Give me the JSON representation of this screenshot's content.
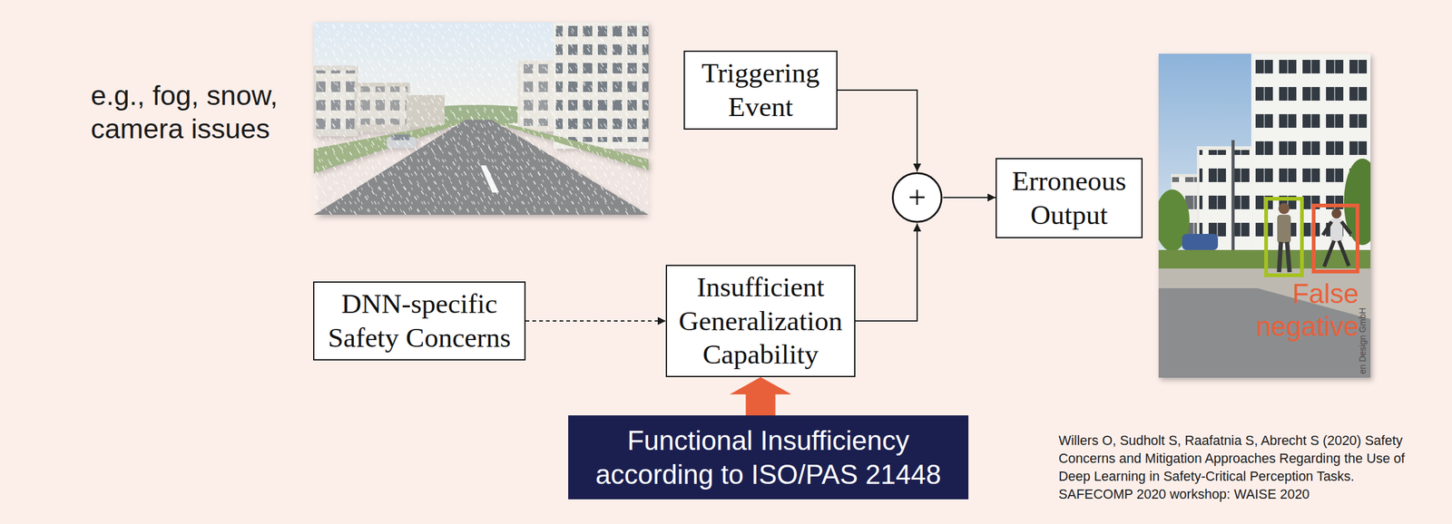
{
  "diagram": {
    "nodes": [
      {
        "text": [
          "Triggering Event"
        ]
      },
      {
        "text": [
          "+"
        ]
      },
      {
        "text": [
          "Erroneous Output"
        ]
      },
      {
        "text": [
          "DNN-specific Safety Concerns"
        ]
      },
      {
        "text": [
          "Insufficient Generalization Capability"
        ]
      },
      {
        "text": [
          "Functional Insufficiency according to ISO/PAS 21448"
        ]
      }
    ],
    "edges": [
      {
        "from": 0,
        "to": 1,
        "arrow": "to"
      },
      {
        "from": 4,
        "to": 1,
        "arrow": "to"
      },
      {
        "from": 1,
        "to": 2,
        "arrow": "to"
      },
      {
        "from": 3,
        "to": 4,
        "arrow": "to"
      },
      {
        "from": 5,
        "to": 4,
        "arrow": "to"
      }
    ],
    "labels": [
      "e.g., fog, snow, camera issues",
      "False negative",
      "en Design GmbH",
      "Willers O, Sudholt S, Raafatnia S, Abrecht S (2020) Safety Concerns and Mitigation Approaches Regarding the Use of Deep Learning in Safety-Critical Perception Tasks. SAFECOMP 2020 workshop: WAISE 2020"
    ]
  }
}
